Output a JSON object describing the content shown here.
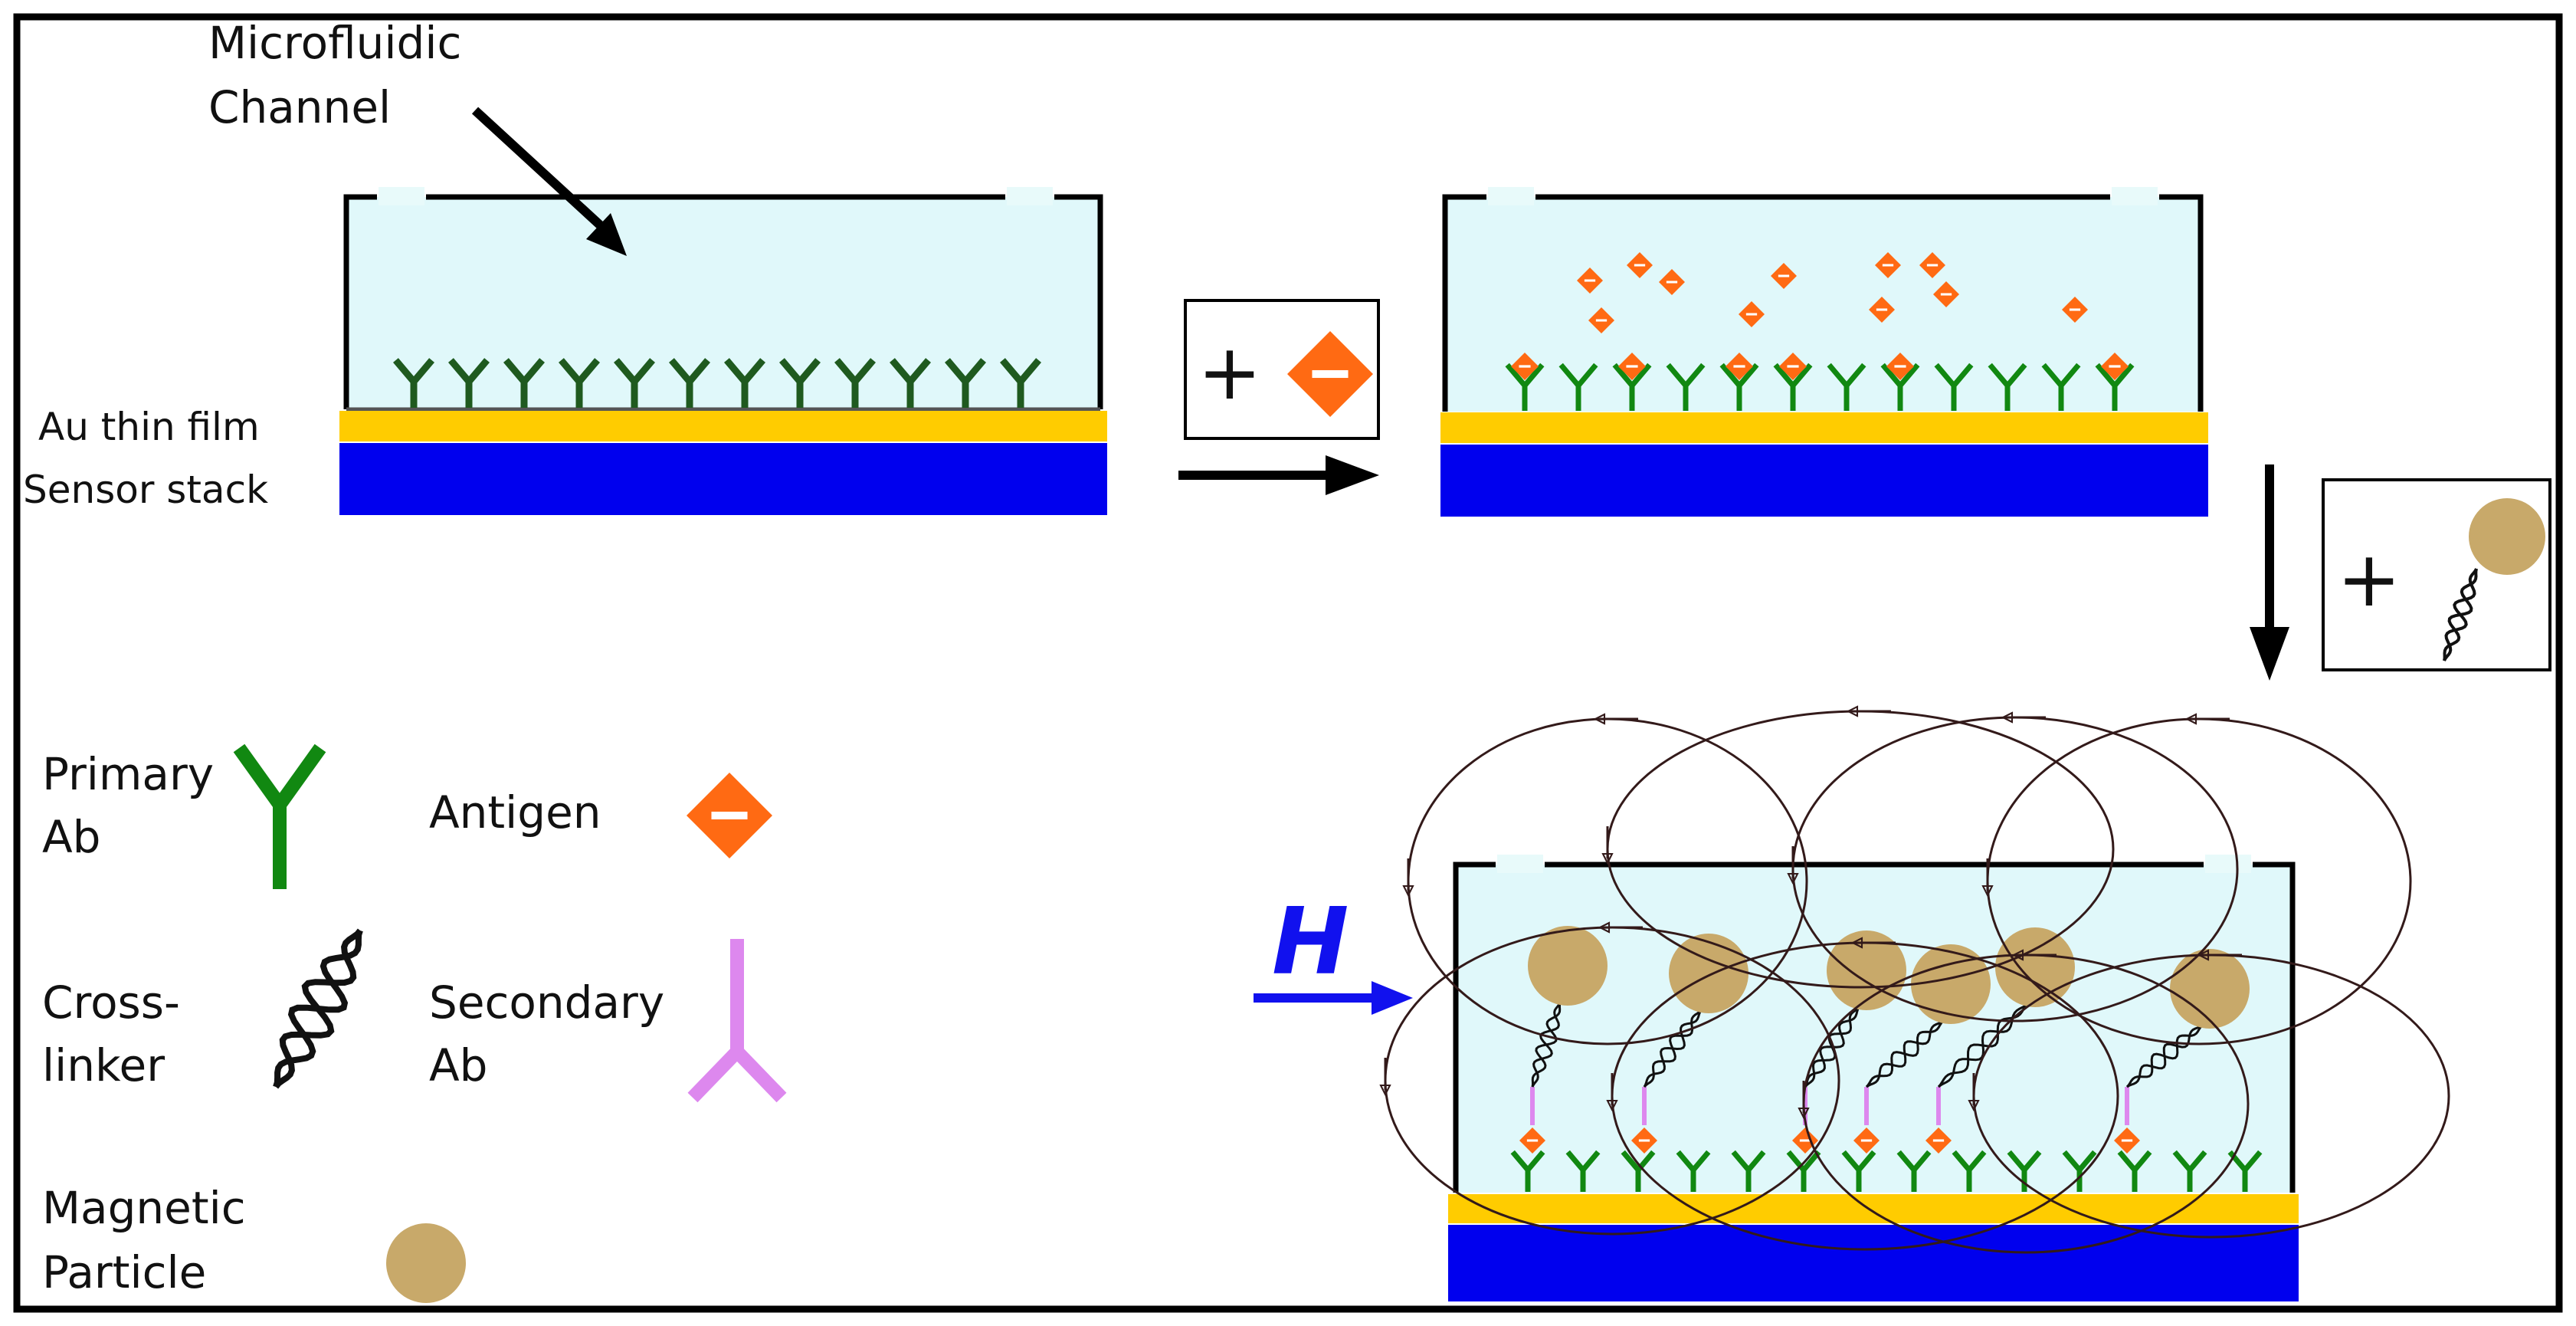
{
  "labels": {
    "channel_line1": "Microfluidic",
    "channel_line2": "Channel",
    "au_film": "Au thin film",
    "sensor_stack": "Sensor stack",
    "plus": "+",
    "field": "H"
  },
  "legend": {
    "primary_ab_line1": "Primary",
    "primary_ab_line2": "Ab",
    "antigen": "Antigen",
    "crosslinker_line1": "Cross-",
    "crosslinker_line2": "linker",
    "secondary_ab_line1": "Secondary",
    "secondary_ab_line2": "Ab",
    "magnetic_line1": "Magnetic",
    "magnetic_line2": "Particle"
  },
  "colors": {
    "channel_fill": "#e0f8fa",
    "gold": "#ffcc00",
    "sensor": "#0000ee",
    "primary_ab": "#118811",
    "primary_ab_dark": "#1f5a1f",
    "antigen": "#ff6a13",
    "secondary_ab": "#dd88ee",
    "particle": "#c8a96a",
    "field_arrow": "#1111ee"
  }
}
